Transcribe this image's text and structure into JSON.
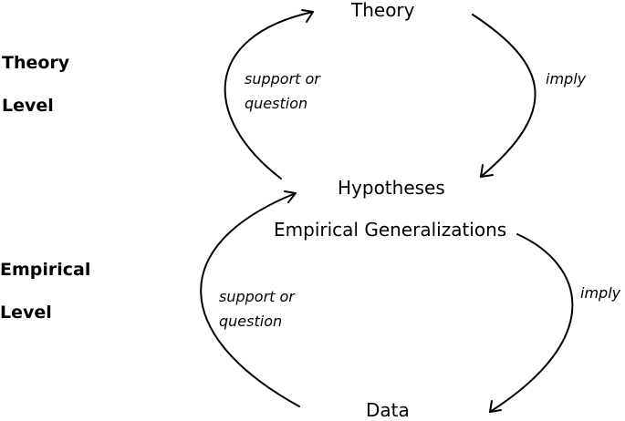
{
  "levels": {
    "theory": [
      "Theory",
      "Level"
    ],
    "empirical": [
      "Empirical",
      "Level"
    ]
  },
  "nodes": {
    "theory": "Theory",
    "hypotheses": "Hypotheses",
    "empirical_generalizations": "Empirical Generalizations",
    "data": "Data"
  },
  "edges": {
    "upper_left": "support or\nquestion",
    "upper_right": "imply",
    "lower_left": "support or\nquestion",
    "lower_right": "imply"
  }
}
